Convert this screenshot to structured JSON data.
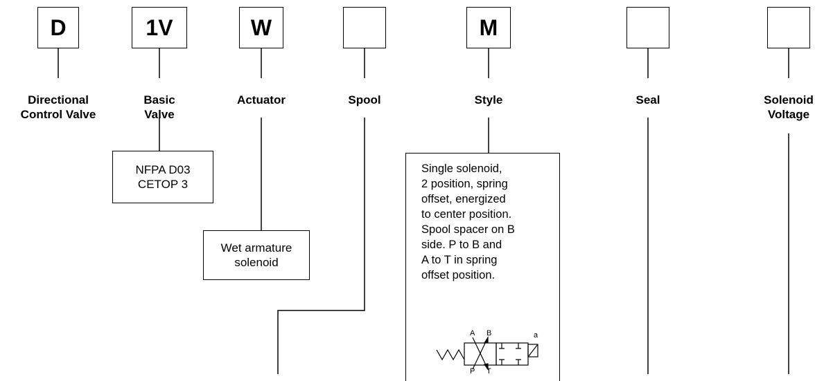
{
  "codes": [
    {
      "id": "directional",
      "value": "D"
    },
    {
      "id": "basic-valve",
      "value": "1V"
    },
    {
      "id": "actuator",
      "value": "W"
    },
    {
      "id": "spool",
      "value": ""
    },
    {
      "id": "style",
      "value": "M"
    },
    {
      "id": "seal",
      "value": ""
    },
    {
      "id": "solenoid-voltage",
      "value": ""
    }
  ],
  "labels": {
    "directional": [
      "Directional",
      "Control Valve"
    ],
    "basic_valve": [
      "Basic",
      "Valve"
    ],
    "actuator": "Actuator",
    "spool": "Spool",
    "style": "Style",
    "seal": "Seal",
    "solenoid_voltage": [
      "Solenoid",
      "Voltage"
    ]
  },
  "notes": {
    "basic_valve": [
      "NFPA D03",
      "CETOP 3"
    ],
    "actuator": [
      "Wet armature",
      "solenoid"
    ],
    "style": [
      "Single solenoid,",
      "2 position, spring",
      "offset, energized",
      "to center position.",
      "Spool spacer on B",
      "side.  P to B and",
      "A to T in spring",
      "offset position."
    ]
  },
  "symbol_ports": {
    "a": "A",
    "b": "B",
    "p": "P",
    "t": "T",
    "solenoid": "a"
  }
}
